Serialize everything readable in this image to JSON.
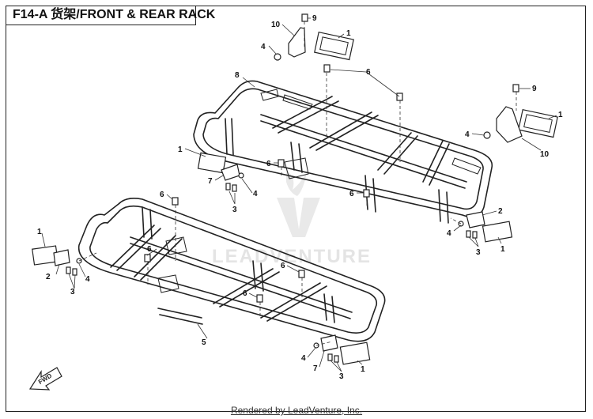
{
  "title": "F14-A 货架/FRONT & REAR RACK",
  "footer": "Rendered by LeadVenture, Inc.",
  "watermark": "LEADVENTURE",
  "fwd_label": "FWD",
  "callouts": [
    {
      "id": "c10a",
      "num": "10"
    },
    {
      "id": "c9a",
      "num": "9"
    },
    {
      "id": "c1a",
      "num": "1"
    },
    {
      "id": "c4a",
      "num": "4"
    },
    {
      "id": "c8",
      "num": "8"
    },
    {
      "id": "c6a",
      "num": "6"
    },
    {
      "id": "c9b",
      "num": "9"
    },
    {
      "id": "c1b",
      "num": "1"
    },
    {
      "id": "c4b",
      "num": "4"
    },
    {
      "id": "c10b",
      "num": "10"
    },
    {
      "id": "c1c",
      "num": "1"
    },
    {
      "id": "c6b",
      "num": "6"
    },
    {
      "id": "c7a",
      "num": "7"
    },
    {
      "id": "c4c",
      "num": "4"
    },
    {
      "id": "c3a",
      "num": "3"
    },
    {
      "id": "c6c",
      "num": "6"
    },
    {
      "id": "c6d",
      "num": "6"
    },
    {
      "id": "c2a",
      "num": "2"
    },
    {
      "id": "c4d",
      "num": "4"
    },
    {
      "id": "c3b",
      "num": "3"
    },
    {
      "id": "c1d",
      "num": "1"
    },
    {
      "id": "c1e",
      "num": "1"
    },
    {
      "id": "c2b",
      "num": "2"
    },
    {
      "id": "c4e",
      "num": "4"
    },
    {
      "id": "c3c",
      "num": "3"
    },
    {
      "id": "c6e",
      "num": "6"
    },
    {
      "id": "c6f",
      "num": "6"
    },
    {
      "id": "c6g",
      "num": "6"
    },
    {
      "id": "c5",
      "num": "5"
    },
    {
      "id": "c4f",
      "num": "4"
    },
    {
      "id": "c7b",
      "num": "7"
    },
    {
      "id": "c3d",
      "num": "3"
    },
    {
      "id": "c1f",
      "num": "1"
    }
  ]
}
